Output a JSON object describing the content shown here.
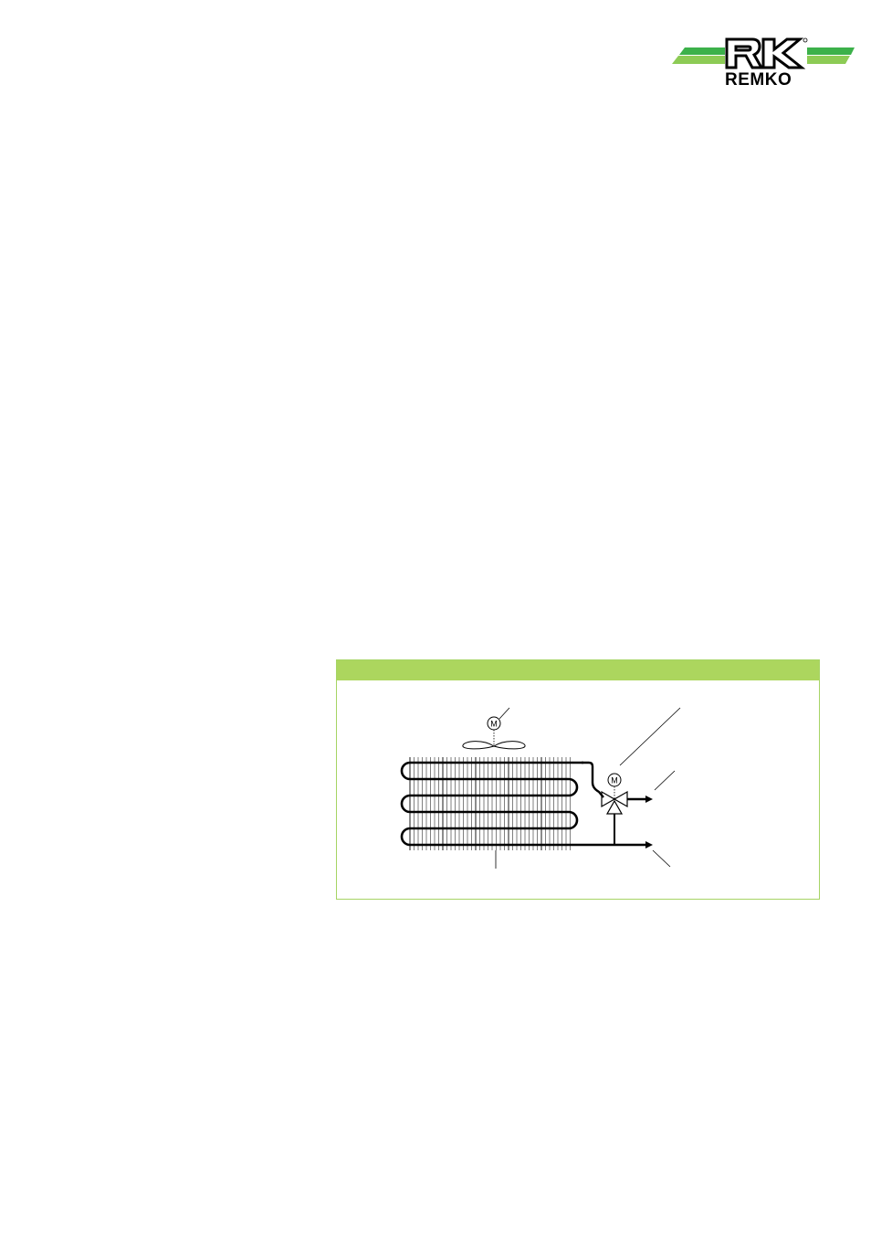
{
  "header": {
    "brand": "REMKO",
    "colors": {
      "stripe_dark": "#3cb14a",
      "stripe_light": "#8dcb55",
      "frame": "#000000"
    }
  },
  "figure": {
    "caption": "",
    "header_color": "#acd65e",
    "border_color": "#a6d464",
    "parts": [
      "fan-motor",
      "heat-exchanger-coil",
      "three-way-valve",
      "valve-motor",
      "outlet-pipe",
      "return-pipe"
    ],
    "motor_label": "M",
    "valve_motor_label": "M"
  }
}
